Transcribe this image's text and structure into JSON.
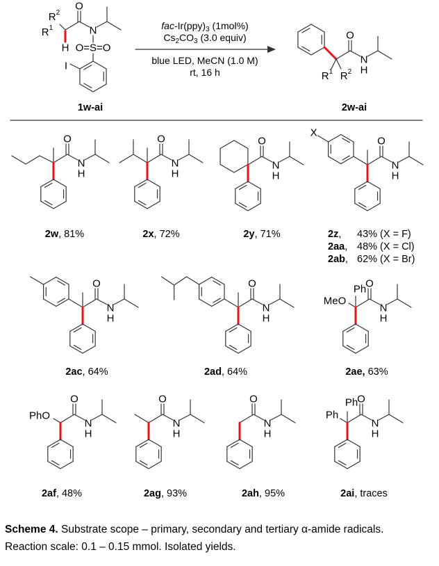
{
  "atoms": {
    "O": "O",
    "N": "N",
    "H": "H",
    "X": "X",
    "MeO": "MeO",
    "Ph": "Ph",
    "PhO": "PhO",
    "I": "I",
    "R": "R",
    "one": "1",
    "two": "2",
    "OSO": "O=S=O"
  },
  "reaction": {
    "reactant_label": "1w-ai",
    "product_label": "2w-ai",
    "conditions": {
      "catalyst_prefix": "fac",
      "catalyst_main": "-Ir(ppy)",
      "catalyst_sub": "3",
      "catalyst_amount": " (1mol%)",
      "base_a": "Cs",
      "base_sub1": "2",
      "base_b": "CO",
      "base_sub2": "3",
      "base_amount": " (3.0 equiv)",
      "line3": "blue LED, MeCN (1.0 M)",
      "line4": "rt, 16 h"
    }
  },
  "compounds": {
    "2w": {
      "id": "2w",
      "yield": ", 81%"
    },
    "2x": {
      "id": "2x",
      "yield": ", 72%"
    },
    "2y": {
      "id": "2y",
      "yield": ", 71%"
    },
    "2z": {
      "id": "2z",
      "sep": ",",
      "yield": "43% (X = F)"
    },
    "2aa": {
      "id": "2aa",
      "sep": ",",
      "yield": "48% (X = Cl)"
    },
    "2ab": {
      "id": "2ab",
      "sep": ",",
      "yield": "62% (X = Br)"
    },
    "2ac": {
      "id": "2ac",
      "yield": ", 64%"
    },
    "2ad": {
      "id": "2ad",
      "yield": ", 64%"
    },
    "2ae": {
      "id": "2ae,",
      "yield": " 63%"
    },
    "2af": {
      "id": "2af",
      "yield": ", 48%"
    },
    "2ag": {
      "id": "2ag",
      "yield": ", 93%"
    },
    "2ah": {
      "id": "2ah",
      "yield": ", 95%"
    },
    "2ai": {
      "id": "2ai",
      "yield": ", traces"
    }
  },
  "caption": {
    "title": "Scheme 4.",
    "line1": " Substrate scope – primary, secondary and tertiary α-amide radicals.",
    "line2": "Reaction scale: 0.1 – 0.15 mmol. Isolated yields."
  },
  "colors": {
    "bond": "#333333",
    "highlight": "#e8141c",
    "text": "#000000"
  }
}
